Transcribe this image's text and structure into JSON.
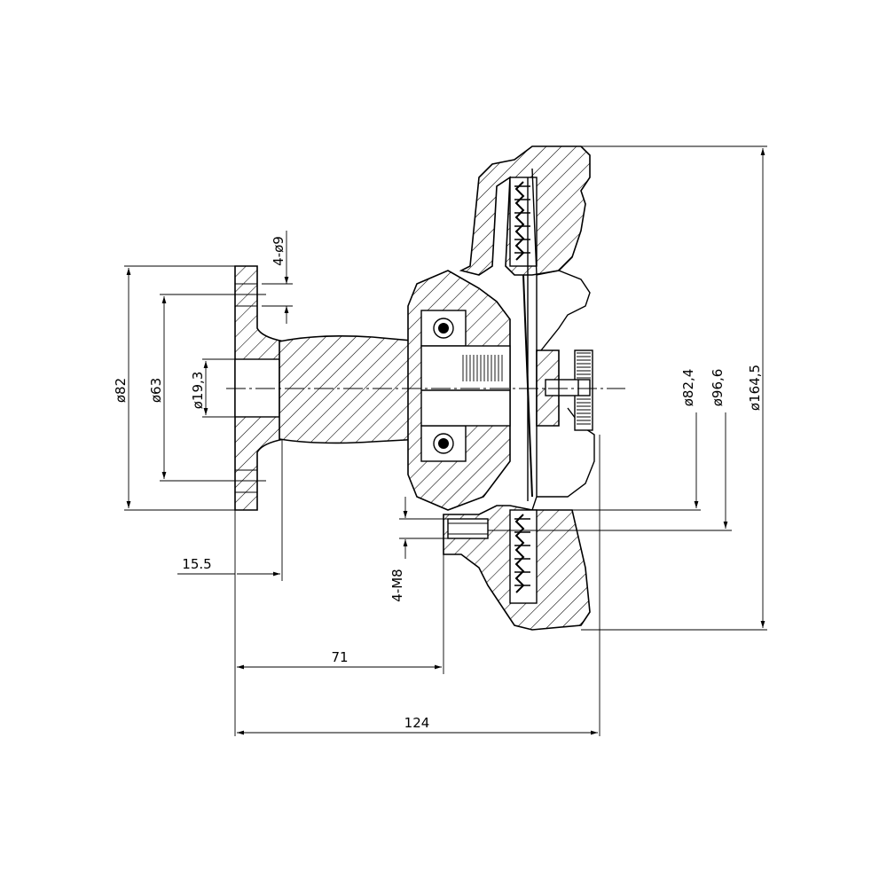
{
  "dimensions": {
    "flange_diameter": "ø82",
    "bolt_circle_diameter": "ø63",
    "bore_diameter": "ø19,3",
    "flange_holes": "4-ø9",
    "flange_thickness": "15.5",
    "mount_threads": "4-M8",
    "mount_offset": "71",
    "overall_length": "124",
    "pilot_diameter": "ø82,4",
    "thread_circle_diameter": "ø96,6",
    "outer_diameter": "ø164,5"
  }
}
